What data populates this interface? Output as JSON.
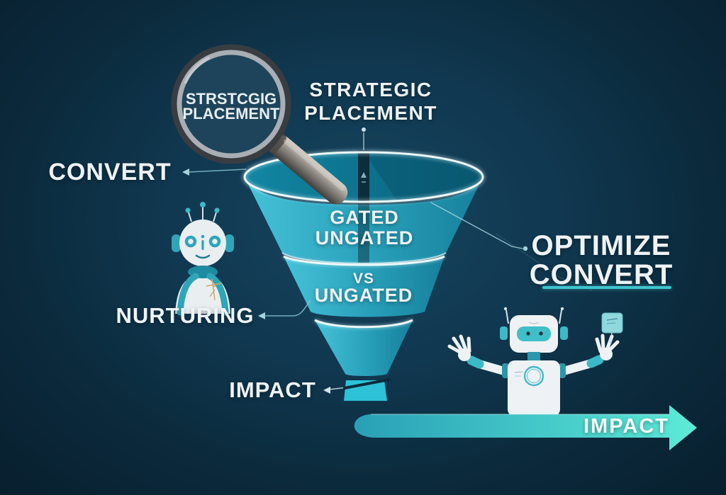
{
  "palette": {
    "background_center": "#16455e",
    "background_edge": "#081f2e",
    "funnel_teal": "#2aa2bc",
    "funnel_teal_light": "#46c2d8",
    "funnel_teal_dark": "#16809c",
    "funnel_mouth": "#0a5d78",
    "rim_glow": "#e8fbff",
    "spout_teal": "#2ec2d8",
    "arrow_gradient_start": "#28a0b6",
    "arrow_gradient_end": "#5debd8",
    "underline_teal": "#3fc4cc",
    "text_white": "#eef3f6",
    "robot_body_white": "#edf2f5",
    "robot_teal": "#3cb9c6",
    "magnifier_handle_gray": "#8f8b84",
    "chest_sketch_gold": "#c9a96a",
    "connector_line": "#9fd0da"
  },
  "labels": {
    "title_line1": "STRATEGIC",
    "title_line2": "PLACEMENT",
    "lens_line1": "STRSTCGIG",
    "lens_line2": "PLACEMENT",
    "convert": "CONVERT",
    "stage1_line1": "GATED",
    "stage1_line2": "UNGATED",
    "stage2_line1": "VS",
    "stage2_line2": "UNGATED",
    "nurturing": "NURTURING",
    "optimize_line1": "OPTIMIZE",
    "optimize_line2": "CONVERT",
    "impact_funnel": "IMPACT",
    "impact_arrow": "IMPACT"
  }
}
